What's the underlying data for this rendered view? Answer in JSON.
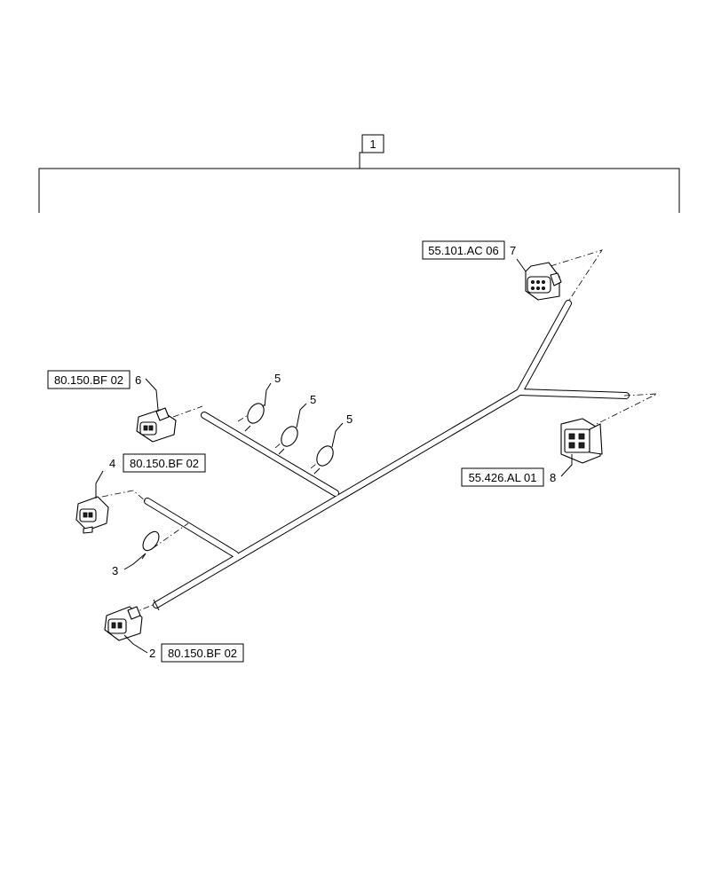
{
  "assembly": {
    "item": "1"
  },
  "callouts": [
    {
      "id": "c2",
      "item": "2",
      "ref": "80.150.BF 02"
    },
    {
      "id": "c3",
      "item": "3",
      "ref": ""
    },
    {
      "id": "c4",
      "item": "4",
      "ref": "80.150.BF 02"
    },
    {
      "id": "c5a",
      "item": "5",
      "ref": ""
    },
    {
      "id": "c5b",
      "item": "5",
      "ref": ""
    },
    {
      "id": "c5c",
      "item": "5",
      "ref": ""
    },
    {
      "id": "c6",
      "item": "6",
      "ref": "80.150.BF 02"
    },
    {
      "id": "c7",
      "item": "7",
      "ref": "55.101.AC 06"
    },
    {
      "id": "c8",
      "item": "8",
      "ref": "55.426.AL 01"
    }
  ]
}
